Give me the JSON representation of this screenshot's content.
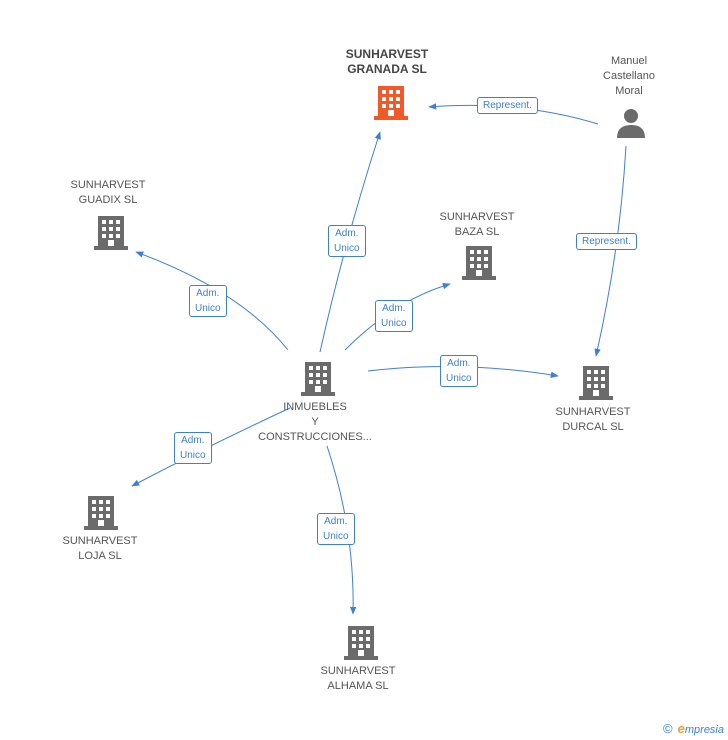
{
  "colors": {
    "edge": "#3d7fd4",
    "building_default": "#6b6b6b",
    "building_focus": "#f05a28",
    "person": "#6b6b6b"
  },
  "nodes": {
    "granada": {
      "lines": [
        "SUNHARVEST",
        "GRANADA SL"
      ],
      "icon": "building-icon",
      "focus": true
    },
    "manuel": {
      "lines": [
        "Manuel",
        "Castellano",
        "Moral"
      ],
      "icon": "person-icon"
    },
    "guadix": {
      "lines": [
        "SUNHARVEST",
        "GUADIX SL"
      ],
      "icon": "building-icon"
    },
    "baza": {
      "lines": [
        "SUNHARVEST",
        "BAZA SL"
      ],
      "icon": "building-icon"
    },
    "inmuebles": {
      "lines": [
        "INMUEBLES",
        "Y",
        "CONSTRUCCIONES..."
      ],
      "icon": "building-icon"
    },
    "durcal": {
      "lines": [
        "SUNHARVEST",
        "DURCAL SL"
      ],
      "icon": "building-icon"
    },
    "loja": {
      "lines": [
        "SUNHARVEST",
        "LOJA SL"
      ],
      "icon": "building-icon"
    },
    "alhama": {
      "lines": [
        "SUNHARVEST",
        "ALHAMA SL"
      ],
      "icon": "building-icon"
    }
  },
  "edges": {
    "manuel_granada": {
      "lines": [
        "Represent."
      ]
    },
    "manuel_durcal": {
      "lines": [
        "Represent."
      ]
    },
    "inm_granada": {
      "lines": [
        "Adm.",
        "Unico"
      ]
    },
    "inm_guadix": {
      "lines": [
        "Adm.",
        "Unico"
      ]
    },
    "inm_baza": {
      "lines": [
        "Adm.",
        "Unico"
      ]
    },
    "inm_durcal": {
      "lines": [
        "Adm.",
        "Unico"
      ]
    },
    "inm_loja": {
      "lines": [
        "Adm.",
        "Unico"
      ]
    },
    "inm_alhama": {
      "lines": [
        "Adm.",
        "Unico"
      ]
    }
  },
  "footer": {
    "copyright": "©",
    "brand_initial": "e",
    "brand_rest": "mpresia"
  }
}
